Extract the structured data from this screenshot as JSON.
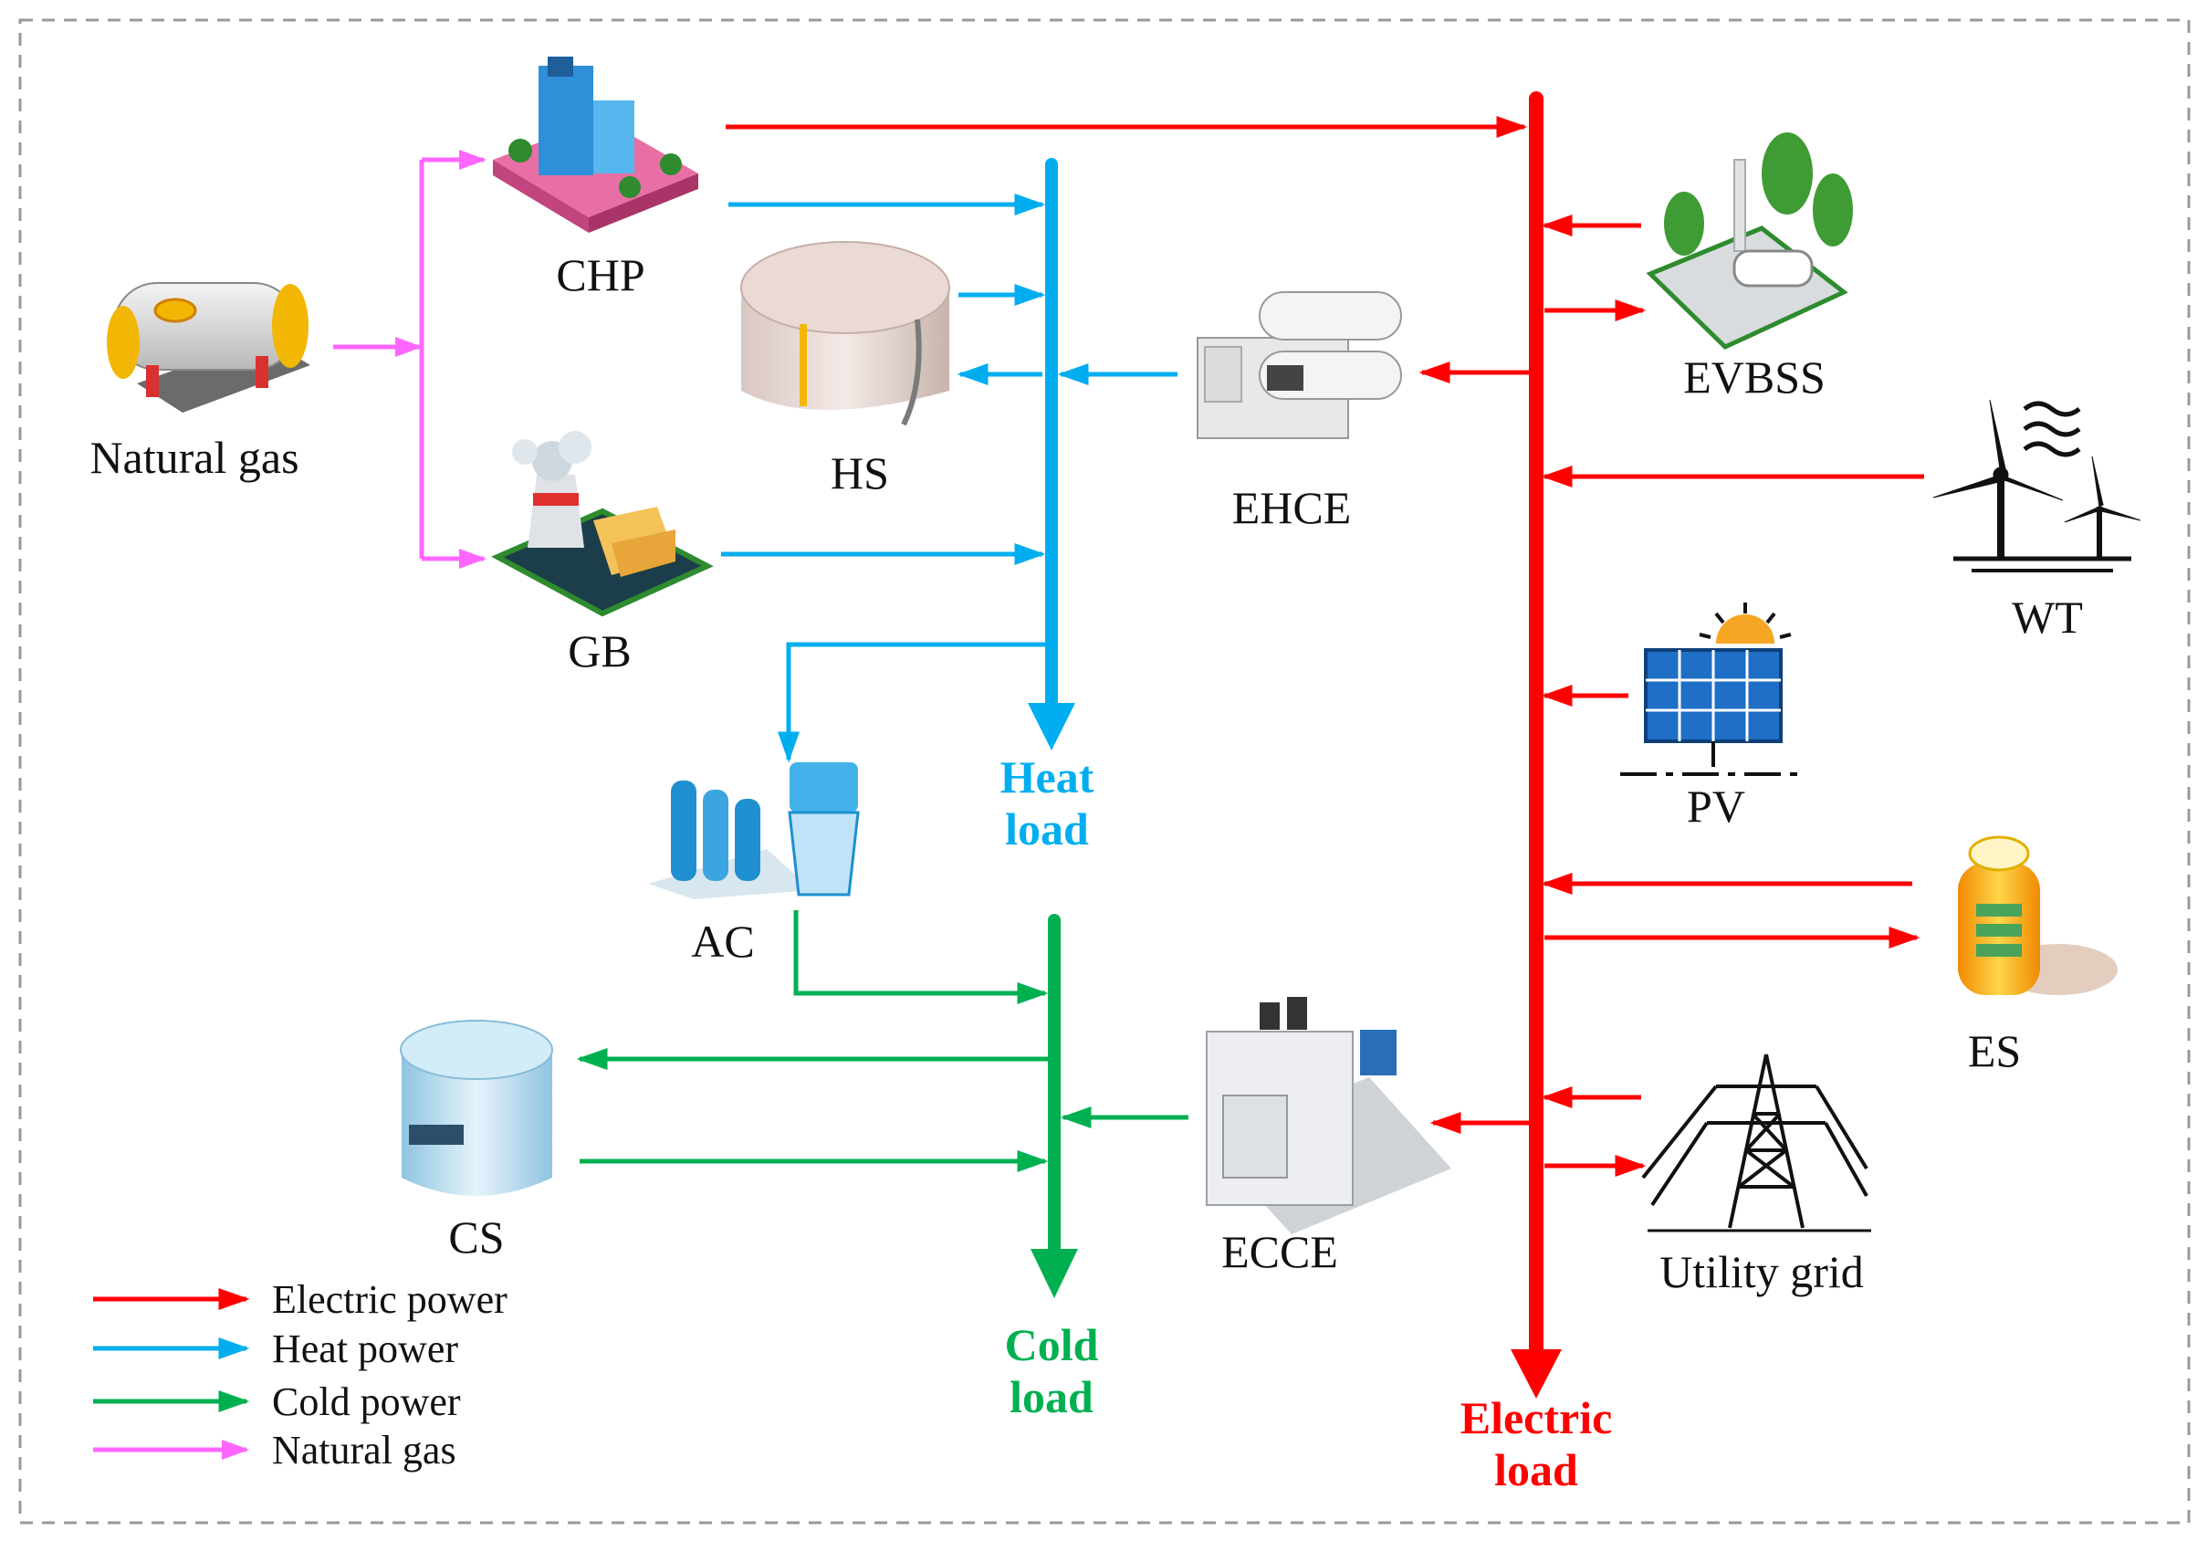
{
  "colors": {
    "electric": "#ff0000",
    "heat": "#00aeef",
    "cold": "#00b050",
    "gas": "#ff66ff",
    "frame": "#999999"
  },
  "components": {
    "natural_gas": "Natural gas",
    "chp": "CHP",
    "gb": "GB",
    "hs": "HS",
    "ehce": "EHCE",
    "ac": "AC",
    "cs": "CS",
    "ecce": "ECCE",
    "evbss": "EVBSS",
    "wt": "WT",
    "pv": "PV",
    "es": "ES",
    "utility_grid": "Utility grid"
  },
  "loads": {
    "heat": [
      "Heat",
      "load"
    ],
    "cold": [
      "Cold",
      "load"
    ],
    "electric": [
      "Electric",
      "load"
    ]
  },
  "legend": [
    {
      "label": "Electric power",
      "color": "#ff0000"
    },
    {
      "label": "Heat power",
      "color": "#00aeef"
    },
    {
      "label": "Cold power",
      "color": "#00b050"
    },
    {
      "label": "Natural gas",
      "color": "#ff66ff"
    }
  ]
}
